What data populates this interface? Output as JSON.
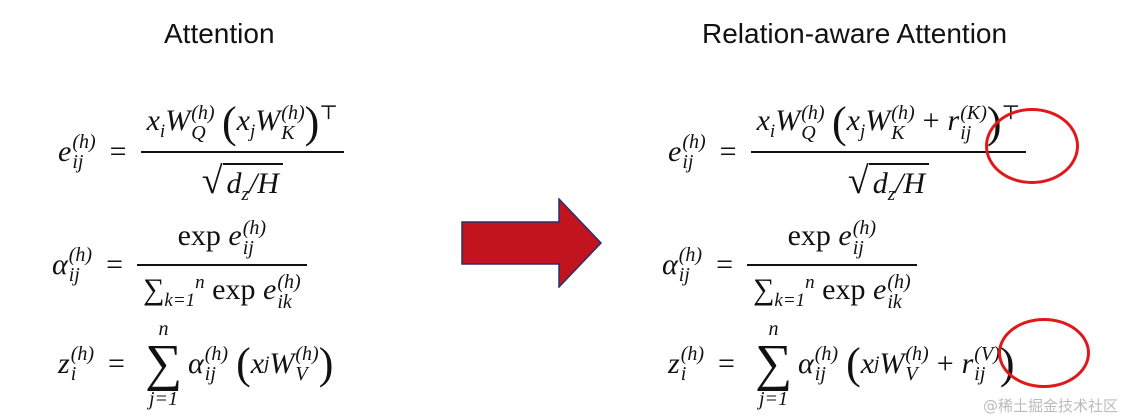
{
  "headings": {
    "left": "Attention",
    "right": "Relation-aware Attention"
  },
  "watermark": "@稀土掘金技术社区",
  "colors": {
    "arrow_fill": "#c1141e",
    "arrow_stroke": "#2b2f6b",
    "highlight_circle": "#e0181c"
  }
}
